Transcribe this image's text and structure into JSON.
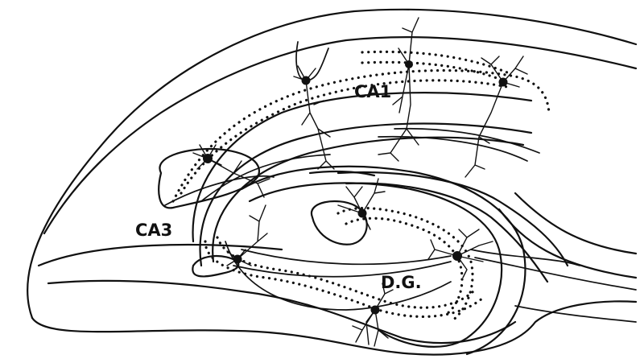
{
  "figure": {
    "labels": {
      "ca1": "CA1",
      "ca3": "CA3",
      "dg": "D.G."
    },
    "ink_color": "#111111",
    "background_color": "#ffffff"
  }
}
